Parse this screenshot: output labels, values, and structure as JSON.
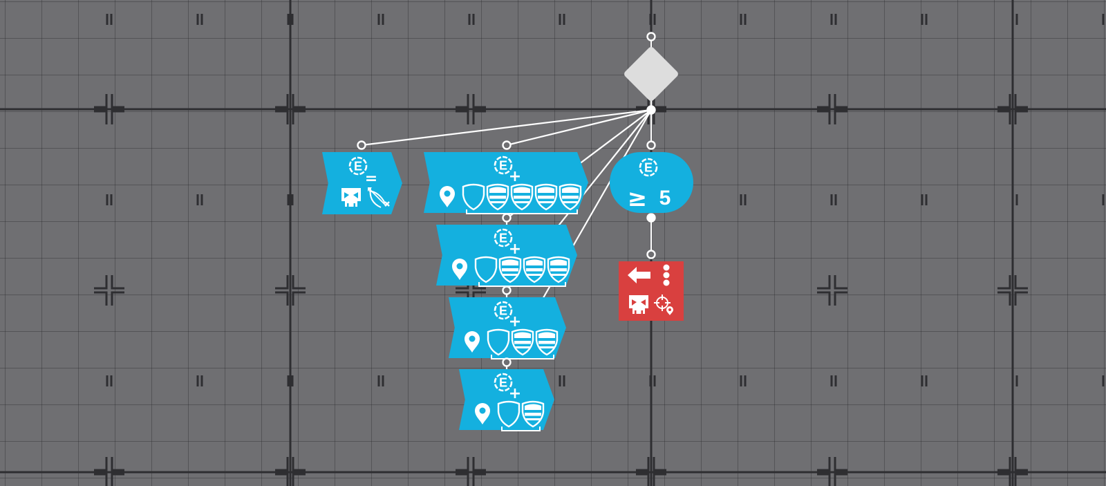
{
  "theme": {
    "canvas_bg": "#6f6f72",
    "grid_color": "#4b4b4f",
    "major_line_color": "#2e2e31",
    "node_blue": "#14b0df",
    "node_red": "#d9403f",
    "decision_gray": "#dddddd",
    "wire_color": "#ffffff"
  },
  "nodes": {
    "decision": {
      "icon": "diamond-icon"
    },
    "set_enemy_state": {
      "badge": "E",
      "operator": "=",
      "icons": [
        "skull-icon",
        "bow-disabled-icon"
      ]
    },
    "spawn_rows": [
      {
        "badge": "E",
        "operator": "+",
        "icons": [
          "map-pin-icon",
          "shield-empty-icon",
          "shield-striped-icon",
          "shield-striped-icon",
          "shield-striped-icon",
          "shield-striped-icon"
        ]
      },
      {
        "badge": "E",
        "operator": "+",
        "icons": [
          "map-pin-icon",
          "shield-empty-icon",
          "shield-striped-icon",
          "shield-striped-icon",
          "shield-striped-icon"
        ]
      },
      {
        "badge": "E",
        "operator": "+",
        "icons": [
          "map-pin-icon",
          "shield-empty-icon",
          "shield-striped-icon",
          "shield-striped-icon"
        ]
      },
      {
        "badge": "E",
        "operator": "+",
        "icons": [
          "map-pin-icon",
          "shield-empty-icon",
          "shield-striped-icon"
        ]
      }
    ],
    "enemy_count_condition": {
      "badge": "E",
      "comparator": "≥",
      "value": "5"
    },
    "red_action": {
      "icons": [
        "arrow-left-icon",
        "dots-vertical-icon",
        "skull-icon",
        "crosshair-pin-icon"
      ]
    }
  }
}
